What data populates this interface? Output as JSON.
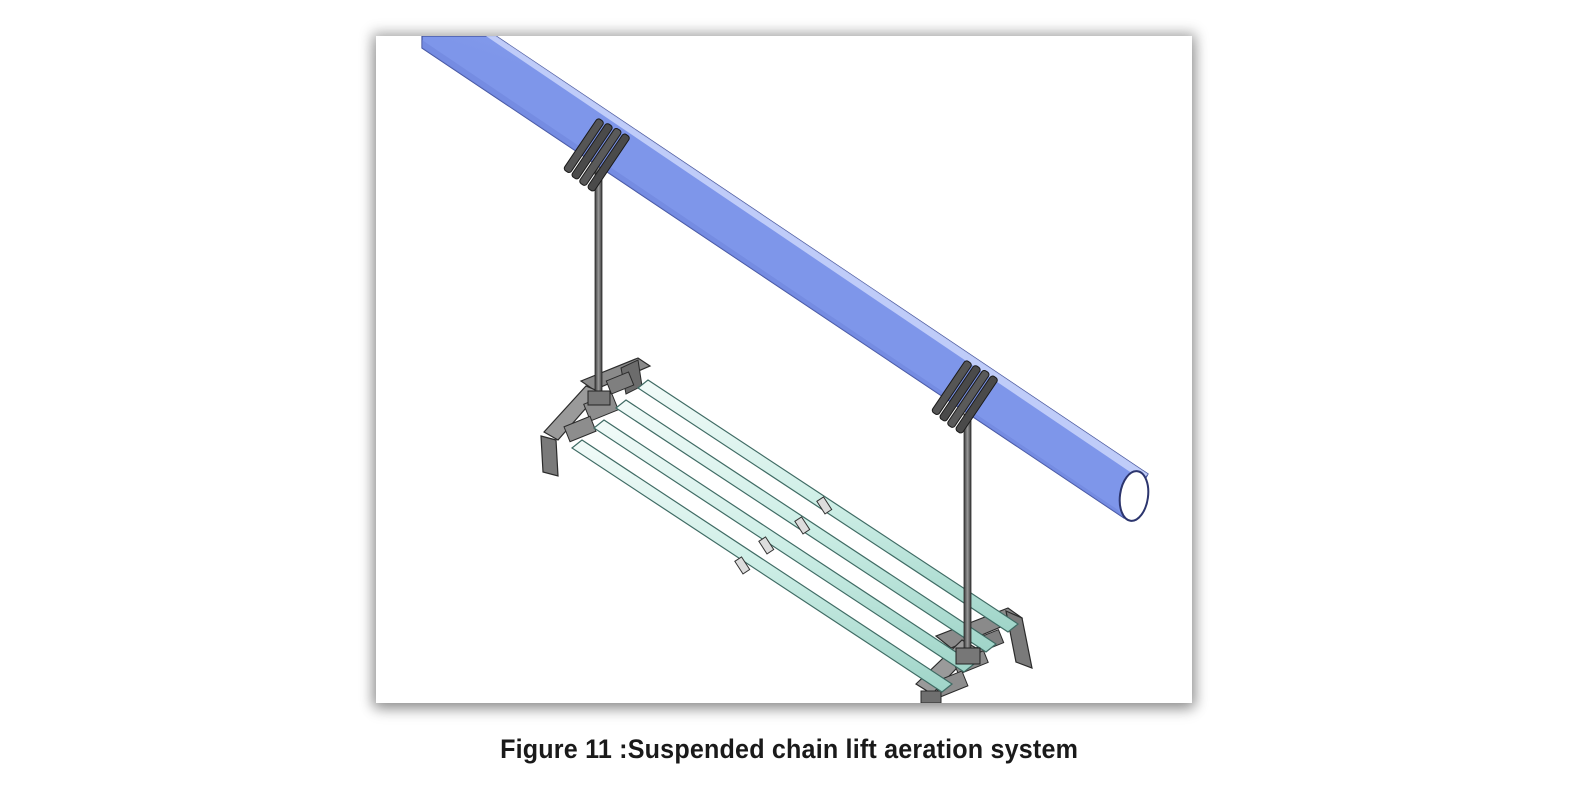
{
  "figure": {
    "caption": "Figure 11 :Suspended chain lift aeration system",
    "colors": {
      "header_pipe": "#8ea6f2",
      "header_pipe_highlight": "#b9c8fa",
      "header_pipe_edge": "#3f4f9a",
      "diffuser_tube": "#cdeee6",
      "diffuser_tube_edge": "#3f6b64",
      "frame_metal": "#6e6e6e",
      "chain": "#555555"
    },
    "icons": [
      "header-pipe",
      "pipe-clamp",
      "drop-chain",
      "diffuser-frame",
      "diffuser-tube"
    ]
  }
}
